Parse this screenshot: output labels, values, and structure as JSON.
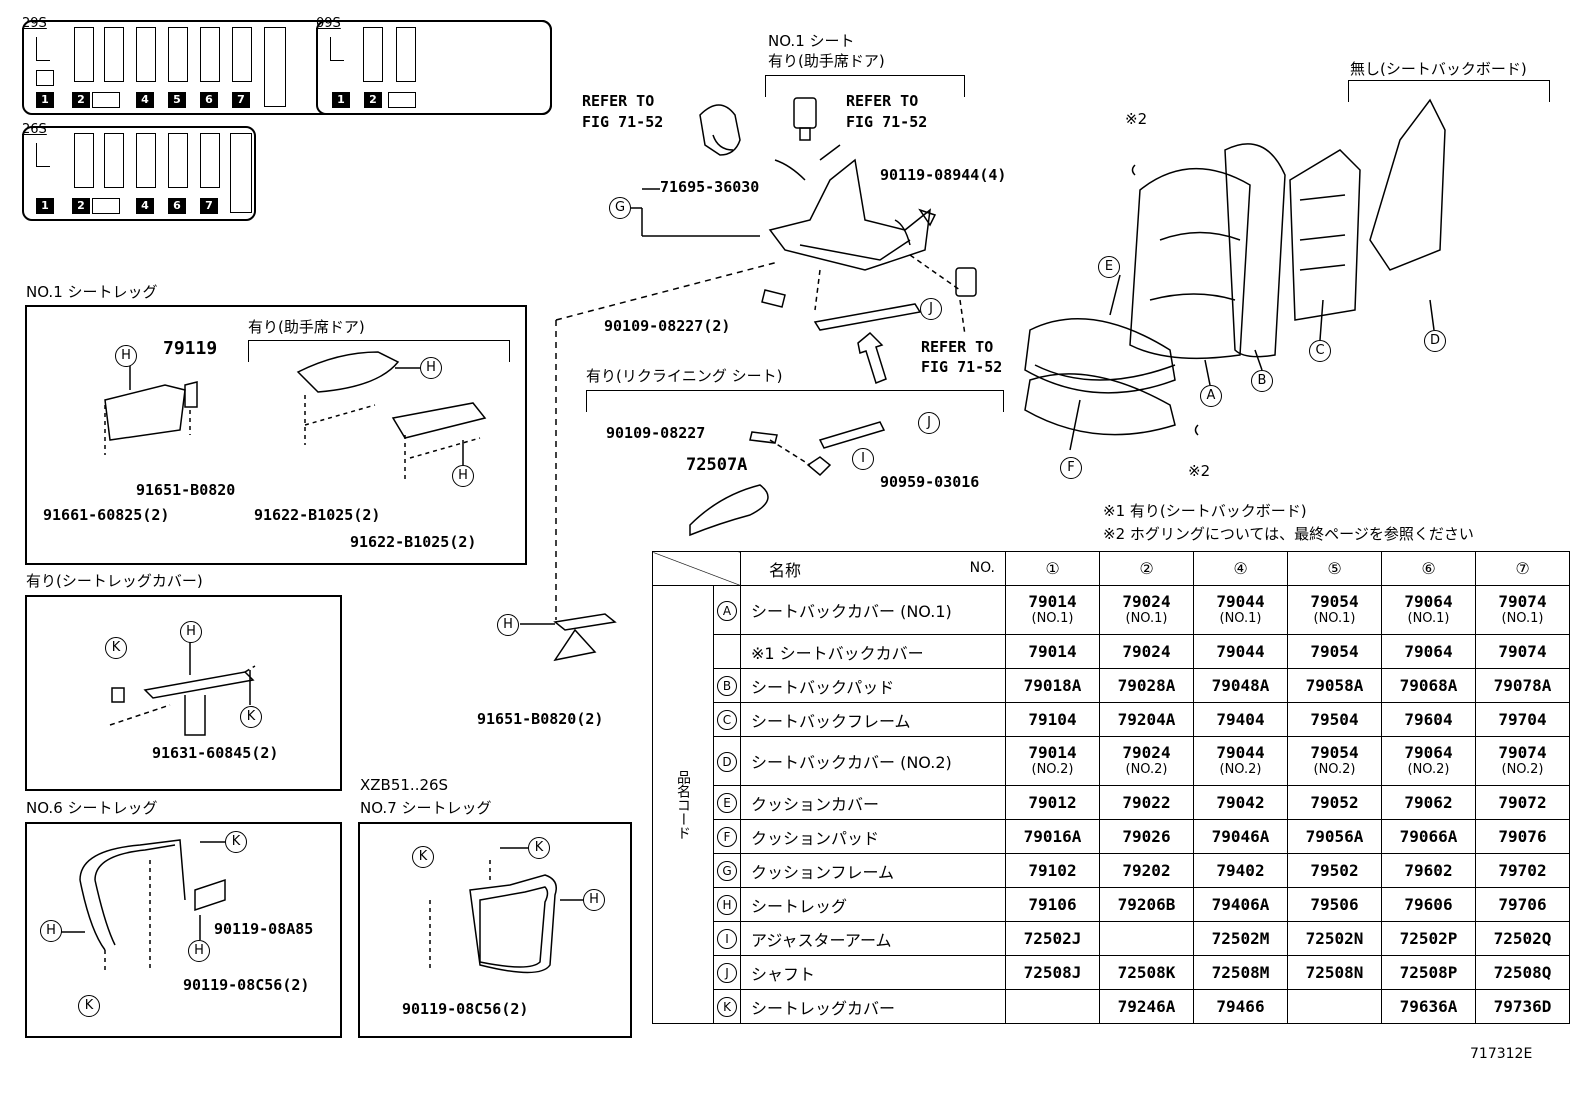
{
  "variants": {
    "v29s": {
      "label": "29S",
      "numbers": [
        "1",
        "2",
        "4",
        "5",
        "6",
        "7"
      ]
    },
    "v09s": {
      "label": "09S",
      "numbers": [
        "1",
        "2"
      ]
    },
    "v26s": {
      "label": "26S",
      "numbers": [
        "1",
        "2",
        "4",
        "6",
        "7"
      ]
    }
  },
  "top": {
    "no1_seat": "NO.1 シート",
    "with_passenger_door": "有り(助手席ドア)",
    "refer1": "REFER TO",
    "refer1b": "FIG 71-52",
    "refer2": "REFER TO",
    "refer2b": "FIG 71-52",
    "refer3": "REFER TO",
    "refer3b": "FIG 71-52",
    "without_seatback_board": "無し(シートバックボード)",
    "note_mark_top": "※2",
    "note_mark_bottom": "※2",
    "p71695": "71695-36030",
    "p90119_08944": "90119-08944(4)",
    "p90109_08227_2": "90109-08227(2)",
    "with_reclining": "有り(リクライニング シート)",
    "p90109_08227": "90109-08227",
    "p72507A": "72507A",
    "p90959": "90959-03016",
    "note1": "※1 有り(シートバックボード)",
    "note2": "※2 ホグリングについては、最終ページを参照ください"
  },
  "left": {
    "no1_leg": "NO.1 シートレッグ",
    "with_passenger_door": "有り(助手席ドア)",
    "p79119": "79119",
    "p91651": "91651-B0820",
    "p91661": "91661-60825(2)",
    "p91622a": "91622-B1025(2)",
    "p91622b": "91622-B1025(2)",
    "with_leg_cover": "有り(シートレッグカバー)",
    "p91631": "91631-60845(2)",
    "mid_p91651": "91651-B0820(2)",
    "no6_leg": "NO.6 シートレッグ",
    "p90119_08A85": "90119-08A85",
    "p90119_08C56a": "90119-08C56(2)",
    "xzb": "XZB51..26S",
    "no7_leg": "NO.7 シートレッグ",
    "p90119_08C56b": "90119-08C56(2)"
  },
  "table": {
    "hdr_name": "名称",
    "hdr_no": "NO.",
    "vertical": "品名コード",
    "columns": [
      "①",
      "②",
      "④",
      "⑤",
      "⑥",
      "⑦"
    ],
    "rows": [
      {
        "key": "A",
        "name": "シートバックカバー (NO.1)",
        "codes": [
          "79014",
          "79024",
          "79044",
          "79054",
          "79064",
          "79074"
        ],
        "sub": "(NO.1)"
      },
      {
        "key": "",
        "name": "※1 シートバックカバー",
        "codes": [
          "79014",
          "79024",
          "79044",
          "79054",
          "79064",
          "79074"
        ],
        "sub": ""
      },
      {
        "key": "B",
        "name": "シートバックパッド",
        "codes": [
          "79018A",
          "79028A",
          "79048A",
          "79058A",
          "79068A",
          "79078A"
        ],
        "sub": ""
      },
      {
        "key": "C",
        "name": "シートバックフレーム",
        "codes": [
          "79104",
          "79204A",
          "79404",
          "79504",
          "79604",
          "79704"
        ],
        "sub": ""
      },
      {
        "key": "D",
        "name": "シートバックカバー (NO.2)",
        "codes": [
          "79014",
          "79024",
          "79044",
          "79054",
          "79064",
          "79074"
        ],
        "sub": "(NO.2)"
      },
      {
        "key": "E",
        "name": "クッションカバー",
        "codes": [
          "79012",
          "79022",
          "79042",
          "79052",
          "79062",
          "79072"
        ],
        "sub": ""
      },
      {
        "key": "F",
        "name": "クッションパッド",
        "codes": [
          "79016A",
          "79026",
          "79046A",
          "79056A",
          "79066A",
          "79076"
        ],
        "sub": ""
      },
      {
        "key": "G",
        "name": "クッションフレーム",
        "codes": [
          "79102",
          "79202",
          "79402",
          "79502",
          "79602",
          "79702"
        ],
        "sub": ""
      },
      {
        "key": "H",
        "name": "シートレッグ",
        "codes": [
          "79106",
          "79206B",
          "79406A",
          "79506",
          "79606",
          "79706"
        ],
        "sub": ""
      },
      {
        "key": "I",
        "name": "アジャスターアーム",
        "codes": [
          "72502J",
          "",
          "72502M",
          "72502N",
          "72502P",
          "72502Q"
        ],
        "sub": ""
      },
      {
        "key": "J",
        "name": "シャフト",
        "codes": [
          "72508J",
          "72508K",
          "72508M",
          "72508N",
          "72508P",
          "72508Q"
        ],
        "sub": ""
      },
      {
        "key": "K",
        "name": "シートレッグカバー",
        "codes": [
          "",
          "79246A",
          "79466",
          "",
          "79636A",
          "79736D"
        ],
        "sub": ""
      }
    ]
  },
  "figure_id": "717312E"
}
